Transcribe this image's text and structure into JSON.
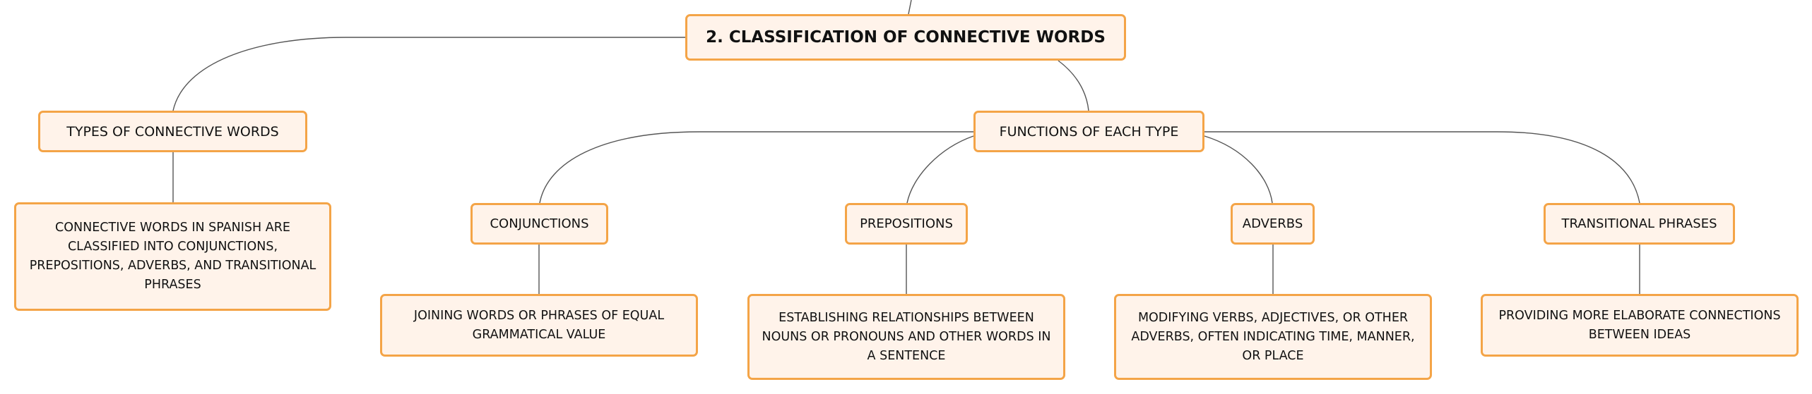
{
  "root": {
    "title": "2. CLASSIFICATION OF CONNECTIVE WORDS"
  },
  "branches": {
    "types": {
      "label": "TYPES OF CONNECTIVE WORDS",
      "description": "CONNECTIVE WORDS IN SPANISH ARE CLASSIFIED INTO CONJUNCTIONS, PREPOSITIONS, ADVERBS, AND TRANSITIONAL PHRASES"
    },
    "functions": {
      "label": "FUNCTIONS OF EACH TYPE",
      "children": [
        {
          "label": "CONJUNCTIONS",
          "description": "JOINING WORDS OR PHRASES OF EQUAL GRAMMATICAL VALUE"
        },
        {
          "label": "PREPOSITIONS",
          "description": "ESTABLISHING RELATIONSHIPS BETWEEN NOUNS OR PRONOUNS AND OTHER WORDS IN A SENTENCE"
        },
        {
          "label": "ADVERBS",
          "description": "MODIFYING VERBS, ADJECTIVES, OR OTHER ADVERBS, OFTEN INDICATING TIME, MANNER, OR PLACE"
        },
        {
          "label": "TRANSITIONAL PHRASES",
          "description": "PROVIDING MORE ELABORATE CONNECTIONS BETWEEN IDEAS"
        }
      ]
    }
  },
  "colors": {
    "node_fill": "#fff3ea",
    "node_border": "#f4a447",
    "connector": "#555555",
    "text": "#111111"
  }
}
